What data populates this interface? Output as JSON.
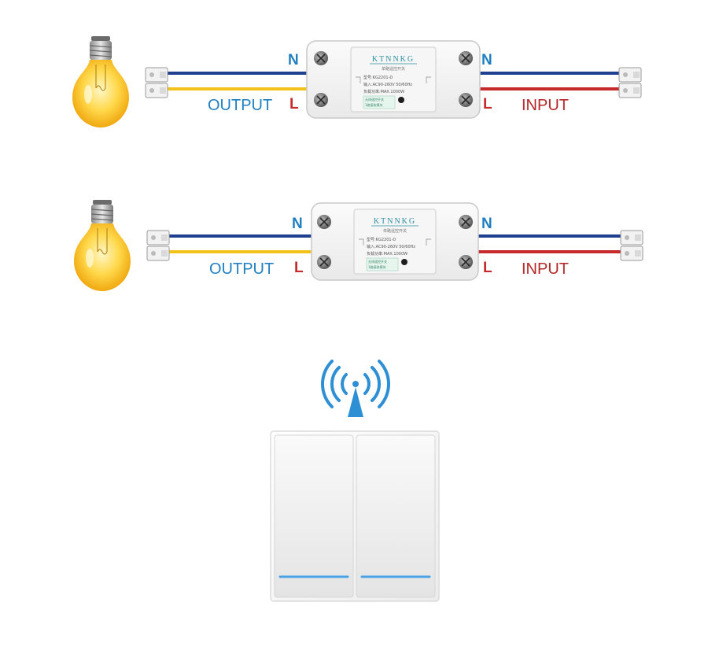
{
  "colors": {
    "neutral_wire": "#1f3f8f",
    "live_wire_output": "#f3c21a",
    "live_wire_input": "#c62b2b",
    "n_label": "#1f7fc0",
    "l_label": "#c62b2b",
    "output_label": "#1f7fc0",
    "input_label": "#b52a2a",
    "signal_icon": "#2d8fd4",
    "switch_led": "#4aa3e6"
  },
  "diagram": {
    "circuits": [
      {
        "output_label": "OUTPUT",
        "input_label": "INPUT",
        "left_n": "N",
        "left_l": "L",
        "right_n": "N",
        "right_l": "L",
        "module": {
          "brand": "KTNNKG",
          "subtitle": "单路遥控开关",
          "model": "型号:KG2201-D",
          "input_spec": "输入:AC90-260V  50/60Hz",
          "power_spec": "负载功率:MAX.1000W",
          "note_1": "无线遥控开关",
          "note_2": "1路接收模块"
        }
      },
      {
        "output_label": "OUTPUT",
        "input_label": "INPUT",
        "left_n": "N",
        "left_l": "L",
        "right_n": "N",
        "right_l": "L",
        "module": {
          "brand": "KTNNKG",
          "subtitle": "单路遥控开关",
          "model": "型号:KG2201-D",
          "input_spec": "输入:AC90-260V  50/60Hz",
          "power_spec": "负载功率:MAX.1000W",
          "note_1": "无线遥控开关",
          "note_2": "1路接收模块"
        }
      }
    ],
    "remote": {
      "signal_icon": "wireless-signal-icon",
      "buttons": 2
    }
  }
}
